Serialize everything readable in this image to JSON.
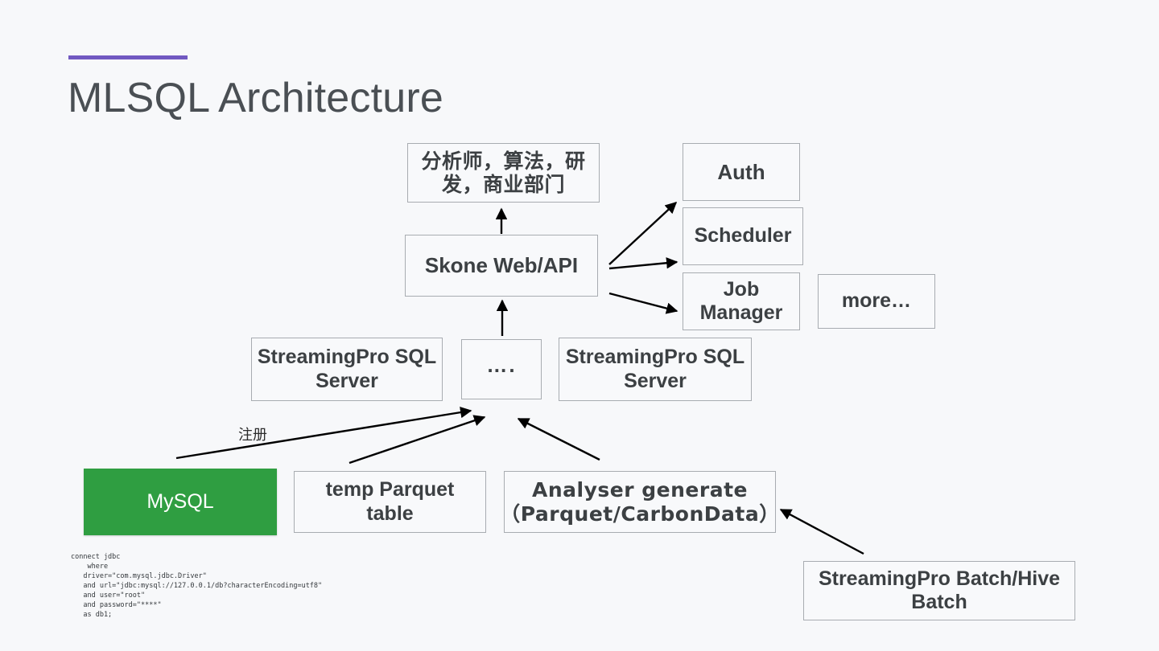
{
  "slide": {
    "title": "MLSQL Architecture",
    "accent_color": "#7159c1",
    "background_color": "#f7f8fa"
  },
  "diagram": {
    "nodes": [
      {
        "id": "audience",
        "label": "分析师，算法，研发，商业部门",
        "style": "outline"
      },
      {
        "id": "auth",
        "label": "Auth",
        "style": "outline"
      },
      {
        "id": "scheduler",
        "label": "Scheduler",
        "style": "outline"
      },
      {
        "id": "job_manager",
        "label": "Job Manager",
        "style": "outline"
      },
      {
        "id": "more",
        "label": "more…",
        "style": "outline"
      },
      {
        "id": "skone",
        "label": "Skone Web/API",
        "style": "outline"
      },
      {
        "id": "sp_sql_left",
        "label": "StreamingPro SQL Server",
        "style": "outline"
      },
      {
        "id": "dots",
        "label": "….",
        "style": "outline"
      },
      {
        "id": "sp_sql_right",
        "label": "StreamingPro SQL Server",
        "style": "outline"
      },
      {
        "id": "mysql",
        "label": "MySQL",
        "style": "filled-green",
        "fill": "#2f9e41"
      },
      {
        "id": "temp_parquet",
        "label": "temp Parquet table",
        "style": "outline"
      },
      {
        "id": "analyser",
        "label": "Analyser generate（Parquet/CarbonData）",
        "style": "outline"
      },
      {
        "id": "batch_hive",
        "label": "StreamingPro  Batch/Hive Batch",
        "style": "outline"
      }
    ],
    "edges": [
      {
        "from": "skone",
        "to": "audience",
        "label": ""
      },
      {
        "from": "skone",
        "to": "auth",
        "label": ""
      },
      {
        "from": "skone",
        "to": "scheduler",
        "label": ""
      },
      {
        "from": "skone",
        "to": "job_manager",
        "label": ""
      },
      {
        "from": "dots",
        "to": "skone",
        "label": ""
      },
      {
        "from": "mysql",
        "to": "sp_sql_left",
        "label": "注册"
      },
      {
        "from": "temp_parquet",
        "to": "dots",
        "label": ""
      },
      {
        "from": "analyser",
        "to": "dots",
        "label": ""
      },
      {
        "from": "batch_hive",
        "to": "analyser",
        "label": ""
      }
    ],
    "edge_label_register": "注册"
  },
  "code_snippet": "connect jdbc\n    where\n   driver=\"com.mysql.jdbc.Driver\"\n   and url=\"jdbc:mysql://127.0.0.1/db?characterEncoding=utf8\"\n   and user=\"root\"\n   and password=\"****\"\n   as db1;"
}
